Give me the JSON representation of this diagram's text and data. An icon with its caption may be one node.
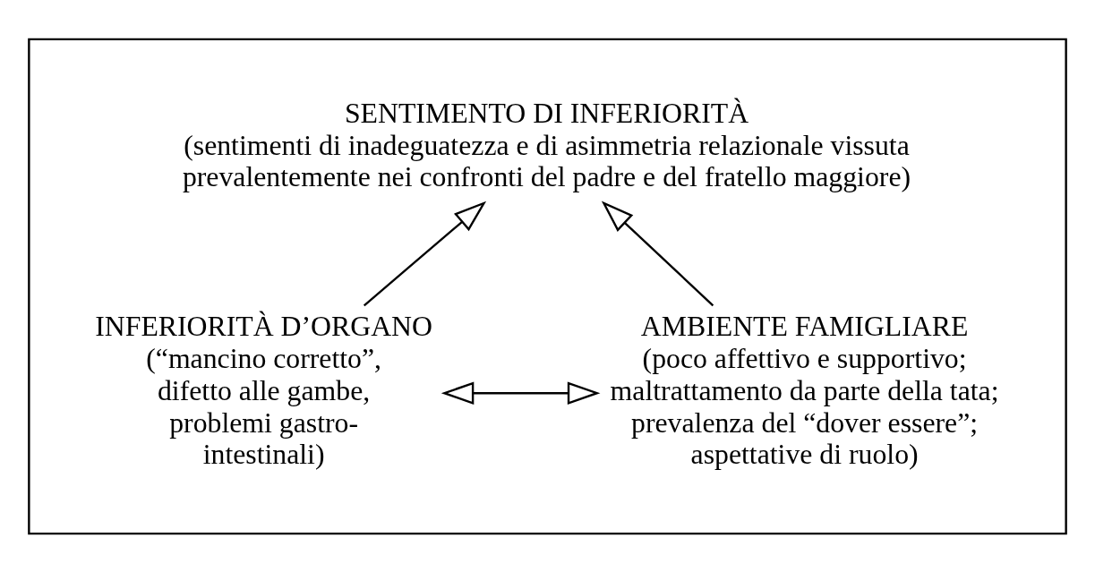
{
  "diagram": {
    "nodes": [
      {
        "text": [],
        "shape": "box"
      },
      {
        "text": [
          "SENTIMENTO DI INFERIORITÀ",
          "(sentimenti di inadeguatezza e di asimmetria relazionale vissuta prevalentemente nei confronti del padre e del fratello maggiore)"
        ],
        "in": 0
      },
      {
        "text": [
          "INFERIORITÀ D’ORGANO",
          "(“mancino corretto”, difetto alle gambe, problemi gastro-intestinali)"
        ],
        "in": 0
      },
      {
        "text": [
          "AMBIENTE FAMIGLIARE",
          "(poco affettivo e supportivo; maltrattamento da parte della tata; prevalenza del “dover essere”; aspettative di ruolo)"
        ],
        "in": 0
      }
    ],
    "edges": [
      {
        "from": 2,
        "to": 3,
        "arrow": "both"
      },
      {
        "from": 2,
        "to": 1,
        "arrow": "to"
      },
      {
        "from": 3,
        "to": 1,
        "arrow": "to"
      }
    ]
  }
}
